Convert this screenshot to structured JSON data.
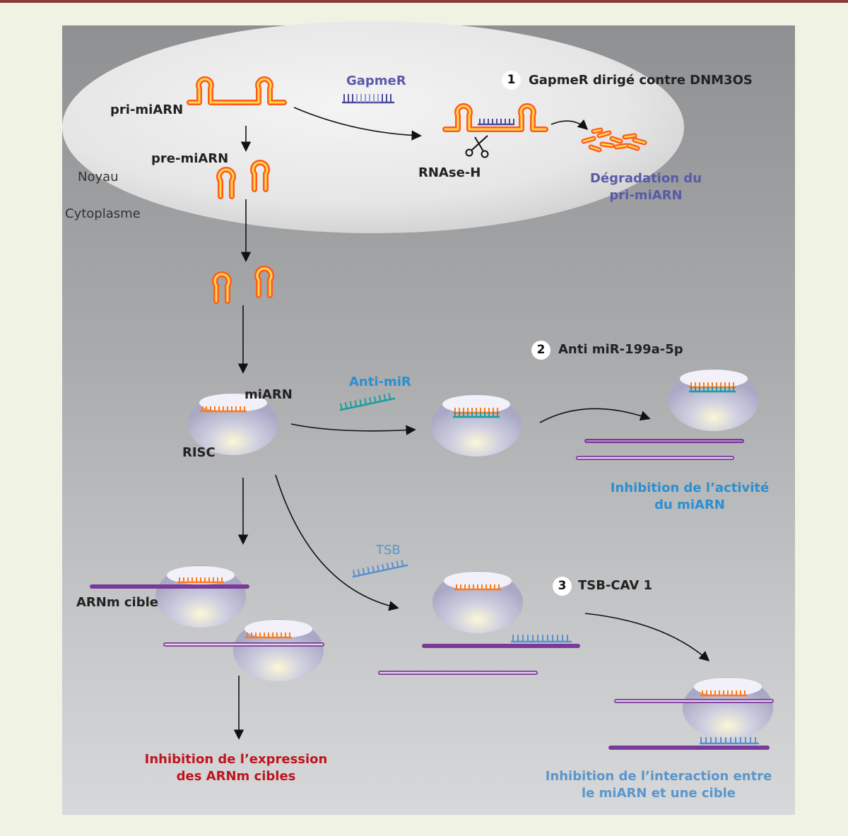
{
  "compartments": {
    "nucleus": "Noyau",
    "cytoplasm": "Cytoplasme"
  },
  "molecules": {
    "pri_mirna": "pri-miARN",
    "pre_mirna": "pre-miARN",
    "mirna": "miARN",
    "risc": "RISC",
    "target_mrna": "ARNm cible",
    "gapmer": "GapmeR",
    "rnase_h": "RNAse-H",
    "anti_mir": "Anti-miR",
    "tsb": "TSB"
  },
  "strategies": [
    {
      "number": "1",
      "title": "GapmeR dirigé contre DNM3OS",
      "outcome_line1": "Dégradation du",
      "outcome_line2": "pri-miARN"
    },
    {
      "number": "2",
      "title": "Anti miR-199a-5p",
      "outcome_line1": "Inhibition de l’activité",
      "outcome_line2": "du miARN"
    },
    {
      "number": "3",
      "title": "TSB-CAV 1",
      "outcome_line1": "Inhibition de l’interaction entre",
      "outcome_line2": "le miARN et une cible"
    }
  ],
  "natural_outcome": {
    "line1": "Inhibition de l’expression",
    "line2": "des ARNm cibles"
  },
  "colors": {
    "frame": "#8a3a3c",
    "rna_outer": "#ff5a1e",
    "rna_inner": "#ffd84a",
    "mirna_strand": "#ff7a1a",
    "gapmer": "#4a4a9a",
    "anti_mir": "#1a9e9e",
    "tsb": "#5a8fd0",
    "mrna": "#7a3a98",
    "outcome_red": "#c0141e",
    "outcome_blue": "#2b8fd0",
    "outcome_lightblue": "#5a96cc",
    "outcome_purple": "#5a5aa8"
  }
}
